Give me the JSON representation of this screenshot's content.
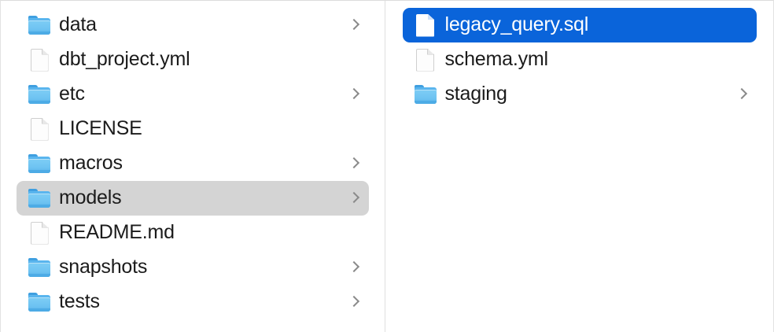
{
  "window": {
    "view": "column-view",
    "background": "#ffffff",
    "divider_color": "#e0e0e0",
    "selection_blue": "#0a64da",
    "selection_gray": "#d4d4d4",
    "text_color": "#1b1b1b",
    "folder_icon_color": "#6ec3f2",
    "chevron_color": "#8a8a8a"
  },
  "columns": [
    {
      "id": "column-left",
      "items": [
        {
          "name": "data",
          "kind": "folder",
          "icon": "folder-icon",
          "chevron": true,
          "state": "normal"
        },
        {
          "name": "dbt_project.yml",
          "kind": "file",
          "icon": "document-icon",
          "chevron": false,
          "state": "normal"
        },
        {
          "name": "etc",
          "kind": "folder",
          "icon": "folder-icon",
          "chevron": true,
          "state": "normal"
        },
        {
          "name": "LICENSE",
          "kind": "file",
          "icon": "document-icon",
          "chevron": false,
          "state": "normal"
        },
        {
          "name": "macros",
          "kind": "folder",
          "icon": "folder-icon",
          "chevron": true,
          "state": "normal"
        },
        {
          "name": "models",
          "kind": "folder",
          "icon": "folder-icon",
          "chevron": true,
          "state": "selected-inactive"
        },
        {
          "name": "README.md",
          "kind": "file",
          "icon": "document-icon",
          "chevron": false,
          "state": "normal"
        },
        {
          "name": "snapshots",
          "kind": "folder",
          "icon": "folder-icon",
          "chevron": true,
          "state": "normal"
        },
        {
          "name": "tests",
          "kind": "folder",
          "icon": "folder-icon",
          "chevron": true,
          "state": "normal"
        }
      ]
    },
    {
      "id": "column-right",
      "items": [
        {
          "name": "legacy_query.sql",
          "kind": "file",
          "icon": "document-icon",
          "chevron": false,
          "state": "selected-active"
        },
        {
          "name": "schema.yml",
          "kind": "file",
          "icon": "document-icon",
          "chevron": false,
          "state": "normal"
        },
        {
          "name": "staging",
          "kind": "folder",
          "icon": "folder-icon",
          "chevron": true,
          "state": "normal"
        }
      ]
    }
  ]
}
